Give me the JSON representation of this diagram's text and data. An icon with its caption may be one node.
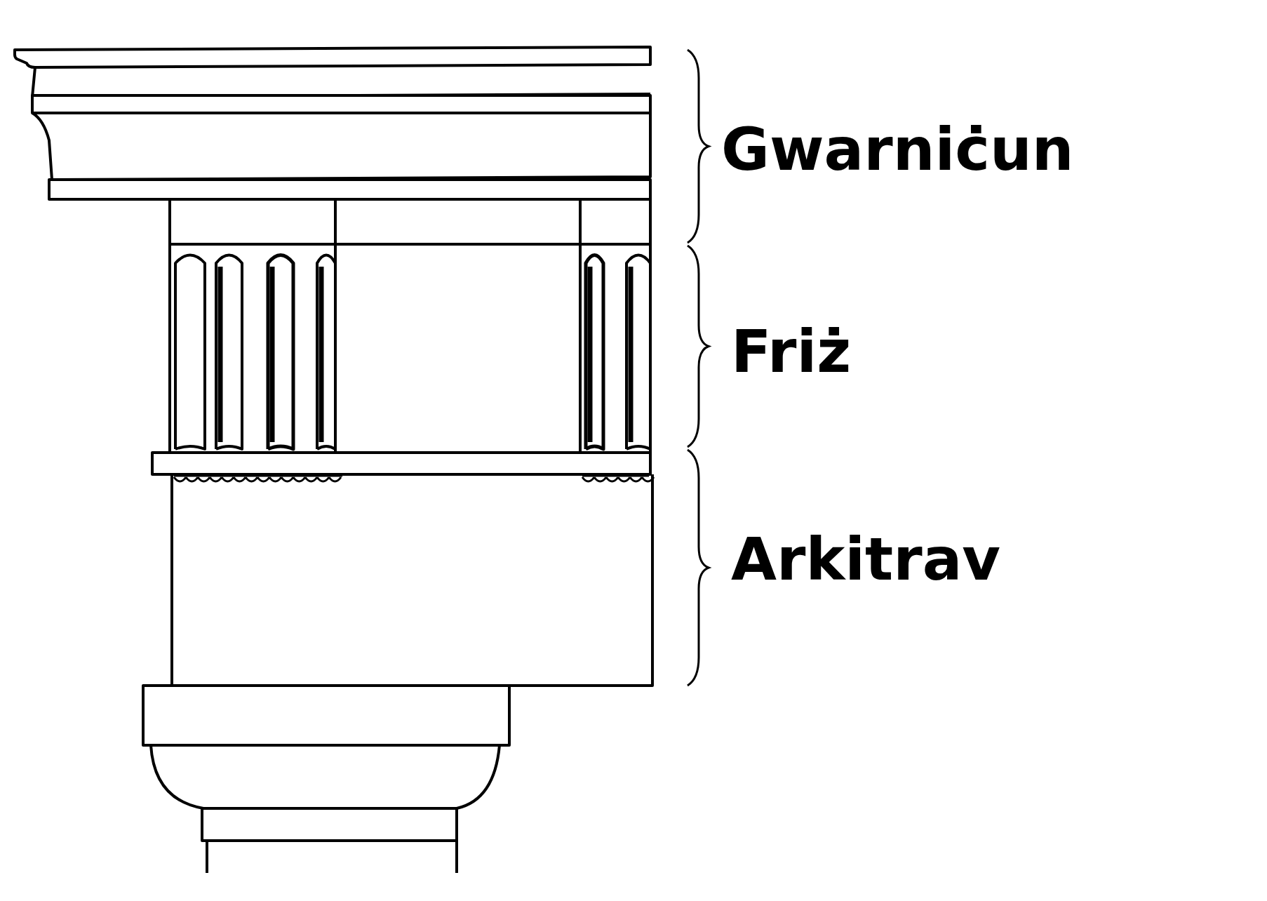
{
  "diagram": {
    "labels": [
      "Gwarniċun",
      "Friż",
      "Arkitrav"
    ]
  }
}
